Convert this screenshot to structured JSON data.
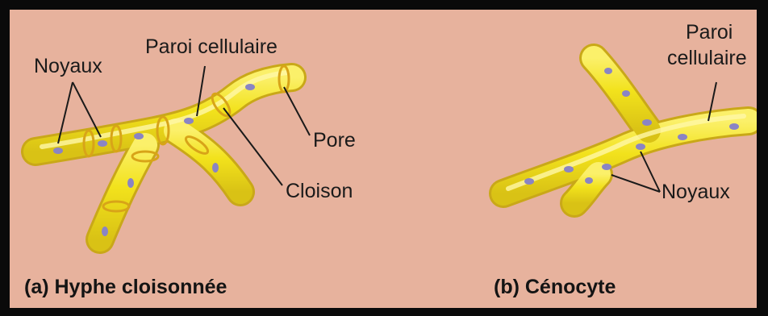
{
  "panel_a": {
    "caption": "(a) Hyphe cloisonnée",
    "labels": {
      "noyaux": "Noyaux",
      "paroi": "Paroi cellulaire",
      "pore": "Pore",
      "cloison": "Cloison"
    }
  },
  "panel_b": {
    "caption": "(b) Cénocyte",
    "labels": {
      "paroi_line1": "Paroi",
      "paroi_line2": "cellulaire",
      "noyaux": "Noyaux"
    }
  },
  "colors": {
    "background": "#e7b29d",
    "border": "#0a0a0a",
    "hypha_fill": "#f2e21c",
    "hypha_edge": "#c9a818",
    "septum": "#d8a418",
    "nucleus": "#8a84c4",
    "leader": "#1a1a1a"
  }
}
